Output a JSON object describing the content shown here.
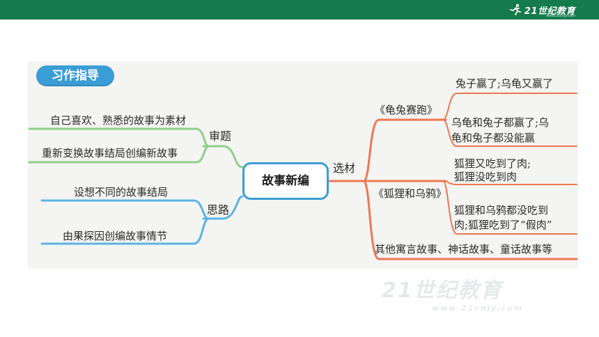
{
  "header": {
    "logo_text": "21世纪教育",
    "logo_sub": "www.21cnjy.com",
    "logo_icon": "runner-icon"
  },
  "section_title": "习作指导",
  "center": "故事新编",
  "left": {
    "shenti": {
      "label": "审题",
      "items": [
        "自己喜欢、熟悉的故事为素材",
        "重新变换故事结局创编新故事"
      ],
      "color": "#8fcf8a"
    },
    "silu": {
      "label": "思路",
      "items": [
        "设想不同的故事结局",
        "由果探因创编故事情节"
      ],
      "color": "#5bb3e3"
    }
  },
  "right": {
    "label": "选材",
    "color": "#ee7752",
    "groups": [
      {
        "name": "《龟兔赛跑》",
        "items": [
          "兔子赢了;乌龟又赢了",
          "乌龟和兔子都赢了;乌",
          "龟和兔子都没能赢"
        ]
      },
      {
        "name": "《狐狸和乌鸦》",
        "items": [
          "狐狸又吃到了肉;",
          "狐狸没吃到肉",
          "狐狸和乌鸦都没吃到",
          "肉;狐狸吃到了“假肉”"
        ]
      }
    ],
    "other": "其他寓言故事、神话故事、童话故事等"
  },
  "watermark": {
    "text": "21世纪教育",
    "sub": "www.21cnjy.com"
  }
}
